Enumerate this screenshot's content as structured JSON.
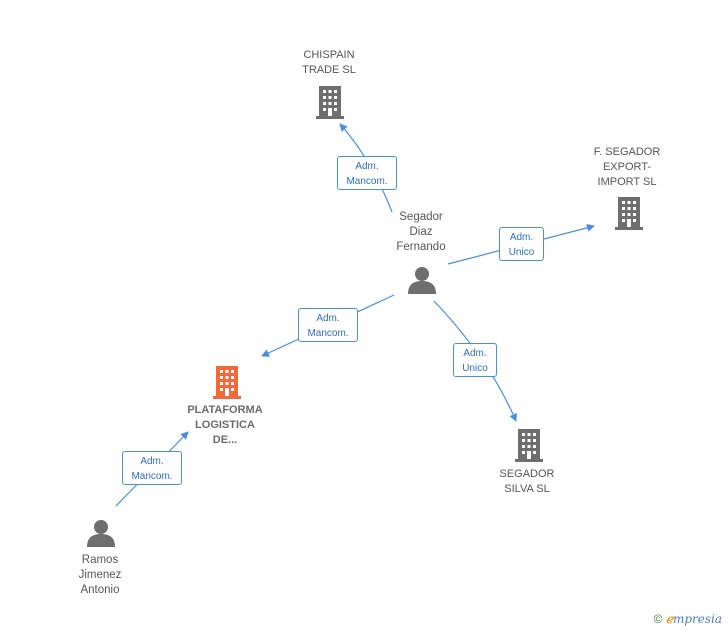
{
  "colors": {
    "edge": "#4a8fdc",
    "company": "#6e6e6e",
    "focus_company": "#f26a3a",
    "person": "#6e6e6e"
  },
  "nodes": {
    "chispain": {
      "label": "CHISPAIN\nTRADE SL",
      "icon": "building-icon"
    },
    "fsegador": {
      "label": "F. SEGADOR\nEXPORT-\nIMPORT SL",
      "icon": "building-icon"
    },
    "segador_diaz": {
      "label": "Segador\nDiaz\nFernando",
      "icon": "person-icon"
    },
    "plataforma": {
      "label": "PLATAFORMA\nLOGISTICA\nDE...",
      "icon": "building-icon"
    },
    "segador_silva": {
      "label": "SEGADOR\nSILVA SL",
      "icon": "building-icon"
    },
    "ramos": {
      "label": "Ramos\nJimenez\nAntonio",
      "icon": "person-icon"
    }
  },
  "edges": {
    "e1": "Adm.\nMancom.",
    "e2": "Adm.\nUnico",
    "e3": "Adm.\nMancom.",
    "e4": "Adm.\nUnico",
    "e5": "Adm.\nMancom."
  },
  "footer": {
    "copyright": "©",
    "brand_e": "ℯ",
    "brand_rest": "mpresia"
  }
}
